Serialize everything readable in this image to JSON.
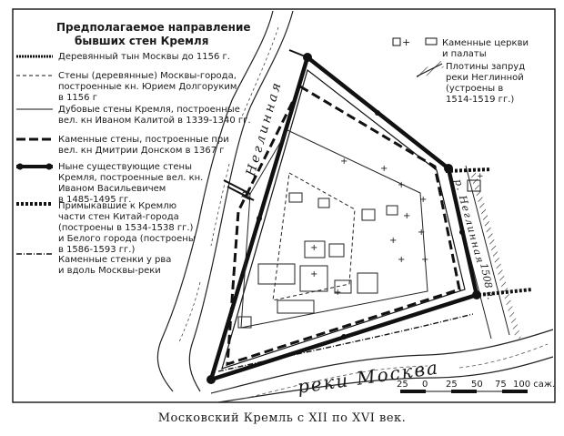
{
  "map": {
    "title_line1": "Предполагаемое направление",
    "title_line2": "бывших стен Кремля",
    "caption": "Московский Кремль с XII по XVI век.",
    "river_moskva": "реки Москва",
    "river_neglinnaya": "р. Неглинная",
    "neglinnaya_right": "р. Неглинная",
    "year_1508": "1508 г."
  },
  "legend": {
    "items": [
      {
        "key": "wood_1156",
        "lines": [
          "Деревянный тын Москвы до 1156 г."
        ]
      },
      {
        "key": "walls_1156",
        "lines": [
          "Стены (деревянные) Москвы-города,",
          "построенные кн. Юрием Долгоруким",
          "в 1156 г"
        ]
      },
      {
        "key": "oak_1339",
        "lines": [
          "Дубовые стены Кремля, построенные",
          "вел. кн Иваном Калитой в 1339-1340 гг."
        ]
      },
      {
        "key": "stone_1367",
        "lines": [
          "Каменные стены, построенные при",
          "вел. кн Дмитрии Донском в 1367 г"
        ]
      },
      {
        "key": "current_1485",
        "lines": [
          "Ныне существующие стены",
          "Кремля, построенные вел. кн.",
          "Иваном Васильевичем",
          "в 1485-1495 гг."
        ]
      },
      {
        "key": "kitay_1534",
        "lines": [
          "Примыкавшие к Кремлю",
          "части стен Китай-города",
          "(построены в 1534-1538 гг.)",
          "и Белого города (построены",
          "в 1586-1593 гг.)"
        ]
      },
      {
        "key": "stone_small",
        "lines": [
          "Каменные стенки у рва",
          "и вдоль Москвы-реки"
        ]
      }
    ],
    "churches_lines": [
      "Каменные церкви",
      "и палаты"
    ],
    "dams_lines": [
      "Плотины запруд",
      "реки Неглинной",
      "(устроены в",
      "1514-1519 гг.)"
    ]
  },
  "scale": {
    "ticks": [
      "25",
      "0",
      "25",
      "50",
      "75",
      "100 саж."
    ]
  }
}
